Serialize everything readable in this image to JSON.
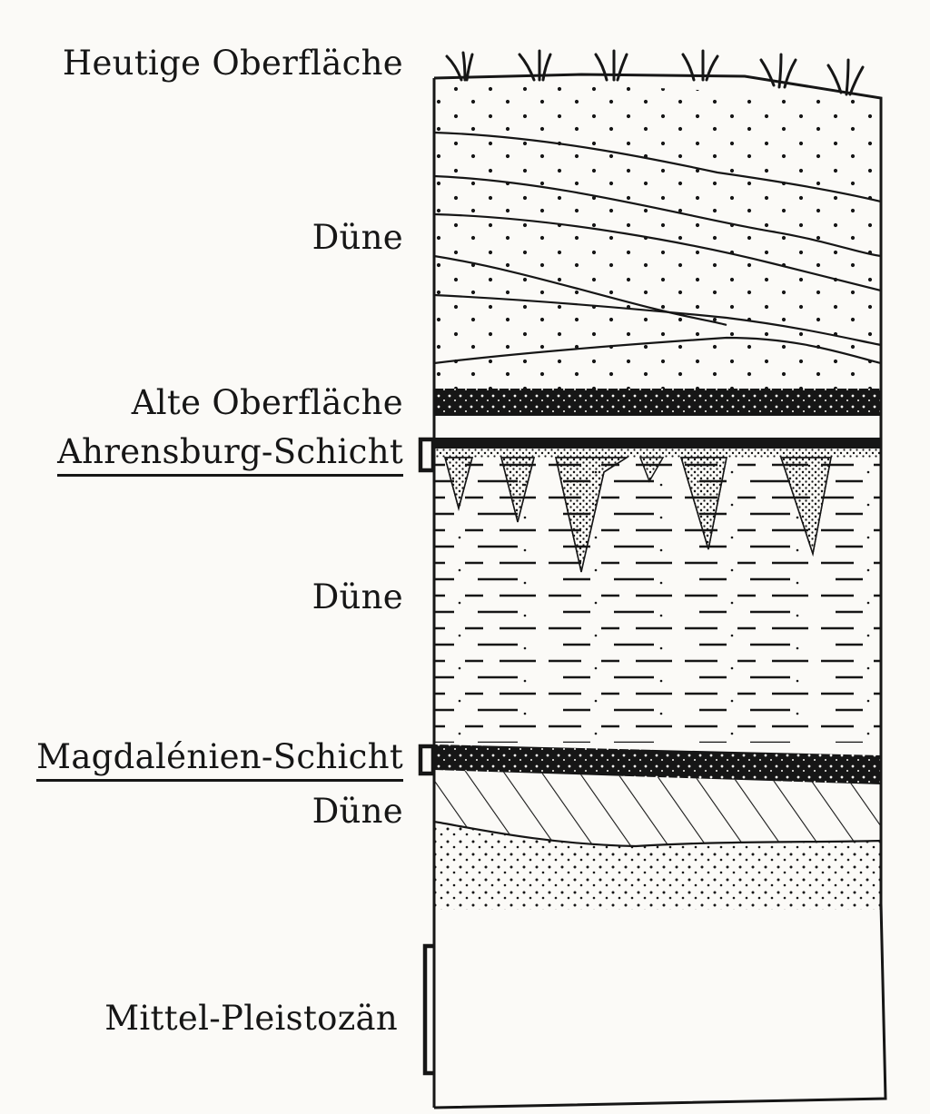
{
  "labels": {
    "surface_today": "Heutige Oberfläche",
    "dune_upper": "Düne",
    "old_surface": "Alte Oberfläche",
    "ahrensburg_layer": "Ahrensburg-Schicht",
    "dune_middle": "Düne",
    "magdalenian_layer": "Magdalénien-Schicht",
    "dune_lower": "Düne",
    "middle_pleistocene": "Mittel-Pleistozän"
  },
  "colors": {
    "ink": "#161616",
    "paper": "#fbfaf7"
  }
}
